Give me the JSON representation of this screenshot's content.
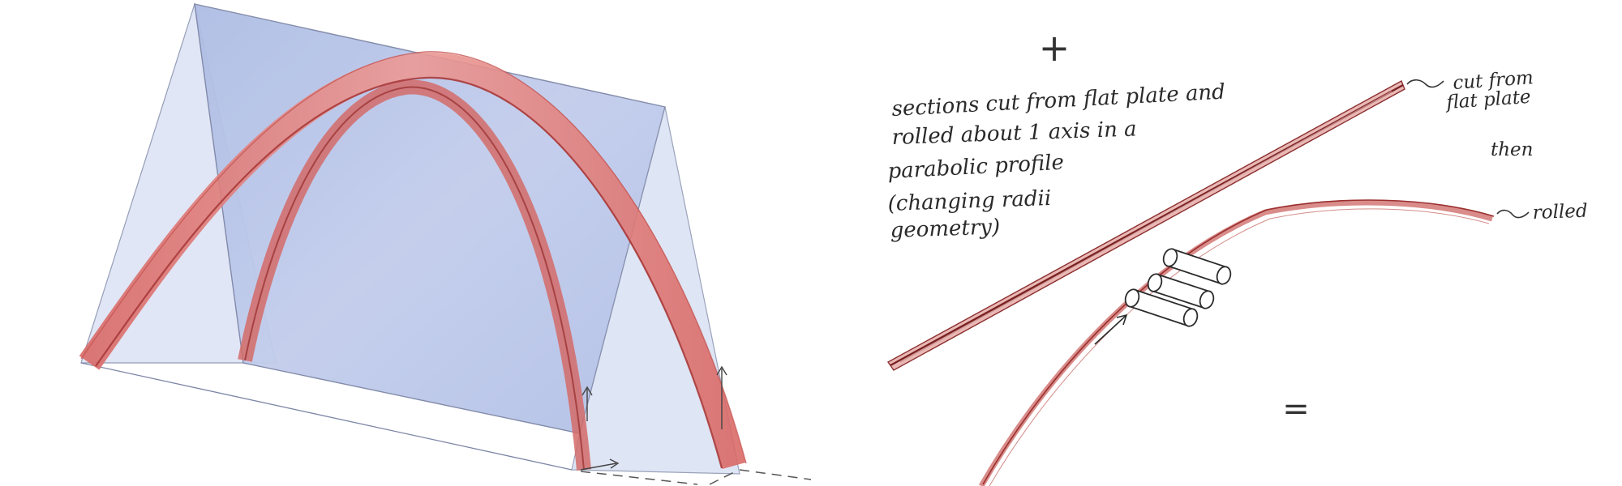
{
  "annotations": {
    "plus_sign": "+",
    "equals_sign": "=",
    "description_lines": [
      "sections cut from flat plate and",
      "rolled about 1 axis in a",
      "parabolic profile",
      "(changing radii",
      "geometry)"
    ],
    "label_cut_line1": "cut from",
    "label_cut_line2": "flat plate",
    "label_then": "then",
    "label_rolled": "rolled"
  },
  "colors": {
    "plane_blue": "#b7c4e6",
    "plane_blue_light": "#d6def2",
    "arch_red": "#e07f7c",
    "arch_dark": "#b23c3c",
    "ink": "#333333"
  }
}
